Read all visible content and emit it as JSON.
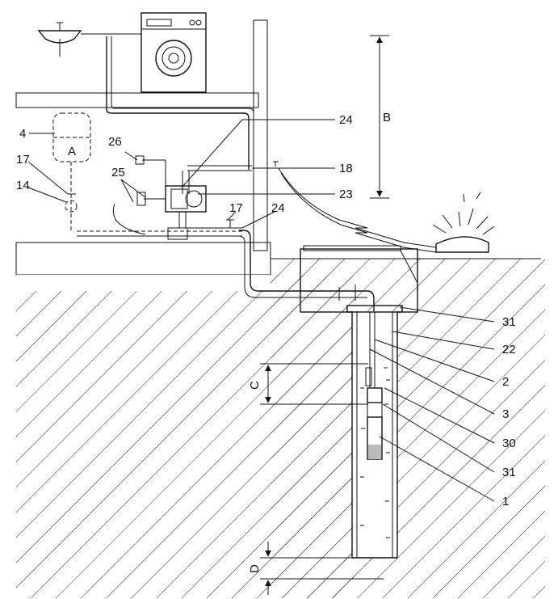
{
  "labels": {
    "l4": "4",
    "lA": "A",
    "l17a": "17",
    "l14": "14",
    "l26": "26",
    "l25": "25",
    "l24a": "24",
    "l18": "18",
    "l23": "23",
    "l17b": "17",
    "l24b": "24",
    "lB": "B",
    "lC": "C",
    "lD": "D",
    "l31a": "31",
    "l22": "22",
    "l2": "2",
    "l3": "3",
    "l30": "30",
    "l31b": "31",
    "l1": "1"
  },
  "colors": {
    "ink": "#111111",
    "hatch": "#222222",
    "background": "#ffffff"
  },
  "icons": [
    "sink-icon",
    "washing-machine-icon",
    "pressure-tank-icon",
    "pump-icon",
    "tap-icon",
    "sprinkler-icon",
    "well-pump-icon"
  ]
}
